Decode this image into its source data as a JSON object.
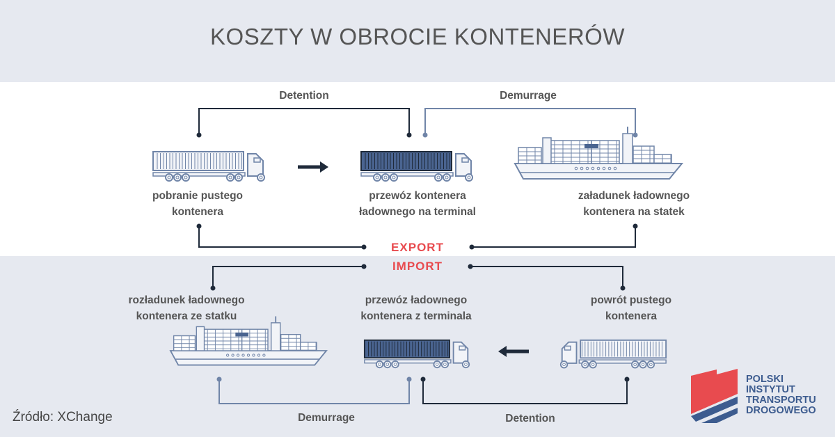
{
  "title": "KOSZTY W OBROCIE KONTENERÓW",
  "export": {
    "label": "EXPORT",
    "detention": "Detention",
    "demurrage": "Demurrage",
    "steps": [
      {
        "line1": "pobranie pustego",
        "line2": "kontenera"
      },
      {
        "line1": "przewóz kontenera",
        "line2": "ładownego na terminal"
      },
      {
        "line1": "załadunek ładownego",
        "line2": "kontenera na statek"
      }
    ]
  },
  "import": {
    "label": "IMPORT",
    "detention": "Detention",
    "demurrage": "Demurrage",
    "steps": [
      {
        "line1": "rozładunek ładownego",
        "line2": "kontenera ze statku"
      },
      {
        "line1": "przewóz ładownego",
        "line2": "kontenera z terminala"
      },
      {
        "line1": "powrót pustego",
        "line2": "kontenera"
      }
    ]
  },
  "source": "Źródło: XChange",
  "logo": {
    "line1": "POLSKI",
    "line2": "INSTYTUT",
    "line3": "TRANSPORTU",
    "line4": "DROGOWEGO"
  },
  "colors": {
    "dark": "#1f2a3a",
    "blue": "#7085a8",
    "red": "#e84b4f",
    "logo_blue": "#3d5c8f"
  }
}
